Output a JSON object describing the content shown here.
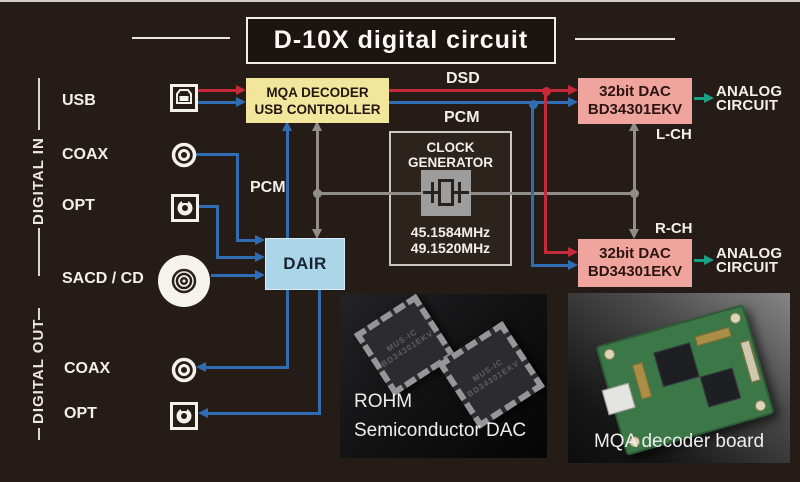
{
  "title": "D-10X digital circuit",
  "rails": {
    "in": "DIGITAL IN",
    "out": "DIGITAL OUT"
  },
  "ports": {
    "usb": "USB",
    "coax_in": "COAX",
    "opt_in": "OPT",
    "sacd": "SACD / CD",
    "coax_out": "COAX",
    "opt_out": "OPT"
  },
  "blocks": {
    "mqa": {
      "line1": "MQA DECODER",
      "line2": "USB CONTROLLER"
    },
    "dair": {
      "label": "DAIR"
    },
    "clock": {
      "line1": "CLOCK",
      "line2": "GENERATOR",
      "freq1": "45.1584MHz",
      "freq2": "49.1520MHz"
    },
    "dac_l": {
      "line1": "32bit DAC",
      "line2": "BD34301EKV"
    },
    "dac_r": {
      "line1": "32bit DAC",
      "line2": "BD34301EKV"
    },
    "analog_l": {
      "line1": "ANALOG",
      "line2": "CIRCUIT"
    },
    "analog_r": {
      "line1": "ANALOG",
      "line2": "CIRCUIT"
    }
  },
  "signals": {
    "dsd": "DSD",
    "pcm_main": "PCM",
    "pcm_dair": "PCM",
    "l_ch": "L-CH",
    "r_ch": "R-CH"
  },
  "photos": {
    "rohm": {
      "caption1": "ROHM",
      "caption2": "Semiconductor DAC",
      "chip_line1": "MUS-IC",
      "chip_line2": "BD34301EKV"
    },
    "board": {
      "caption": "MQA decoder board"
    }
  },
  "icons": {
    "usb": "usb-port-icon",
    "coax": "coax-connector-icon",
    "opt": "optical-connector-icon",
    "disc": "cd-disc-icon",
    "crystal": "crystal-oscillator-icon"
  },
  "colors": {
    "background": "#251c17",
    "red": "#c62a3a",
    "blue": "#2f6cb3",
    "gray": "#908d8a",
    "green": "#1aa084",
    "mqa_box": "#f2e69c",
    "dair_box": "#abd6ea",
    "dac_box": "#efa49d"
  }
}
